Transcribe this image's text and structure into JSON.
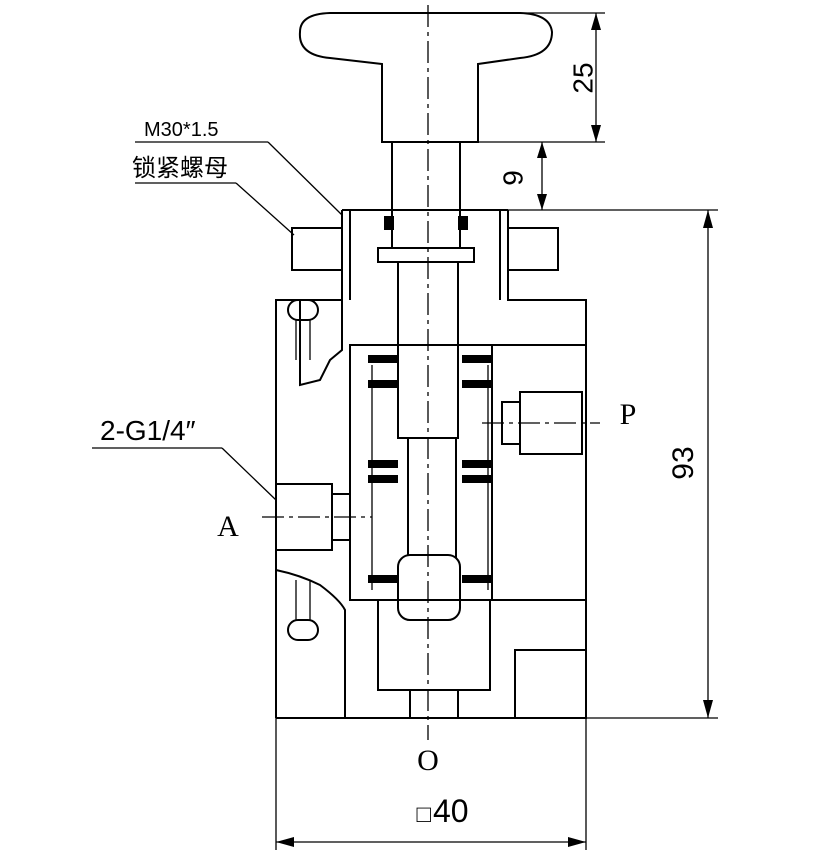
{
  "labels": {
    "thread": "M30*1.5",
    "locknut": "锁紧螺母",
    "ports": "2-G1/4″",
    "port_a": "A",
    "port_p": "P",
    "port_o": "O",
    "dim_handle": "25",
    "dim_gap": "9",
    "dim_height": "93",
    "dim_width": "40",
    "square_symbol": "□"
  }
}
